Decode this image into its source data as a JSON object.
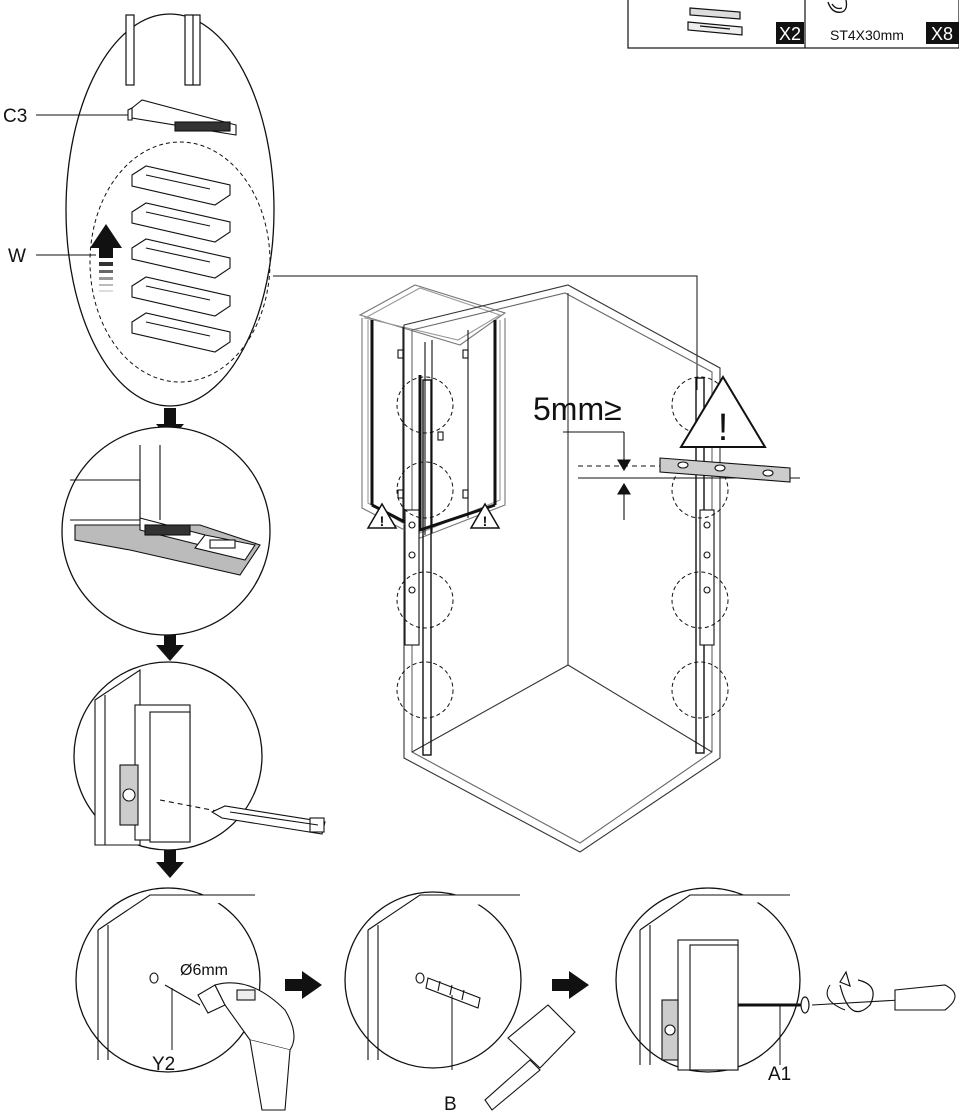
{
  "labels": {
    "c3": "C3",
    "w": "W",
    "y2": "Y2",
    "b": "B",
    "a1": "A1",
    "gap": "5mm≥",
    "drill": "Ø6mm",
    "warning": "!"
  },
  "parts_box": {
    "qty_left": "X2",
    "screw": "ST4X30mm",
    "qty_right": "X8"
  }
}
